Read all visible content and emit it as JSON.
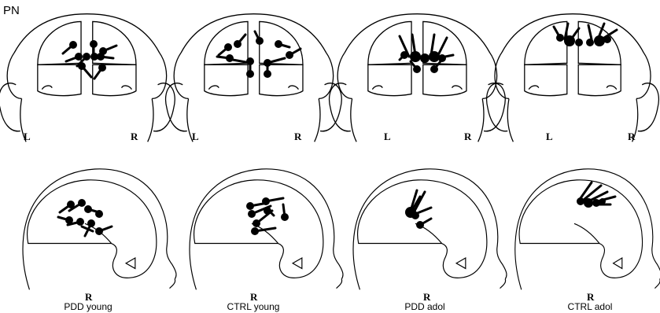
{
  "figure": {
    "panel_label": "PN",
    "columns": [
      {
        "group": "PDD young",
        "rear_left": "L",
        "rear_right": "R",
        "side_label": "R"
      },
      {
        "group": "CTRL young",
        "rear_left": "L",
        "rear_right": "R",
        "side_label": "R"
      },
      {
        "group": "PDD adol",
        "rear_left": "L",
        "rear_right": "R",
        "side_label": "R"
      },
      {
        "group": "CTRL adol",
        "rear_left": "L",
        "rear_right": "R",
        "side_label": "R"
      }
    ]
  }
}
